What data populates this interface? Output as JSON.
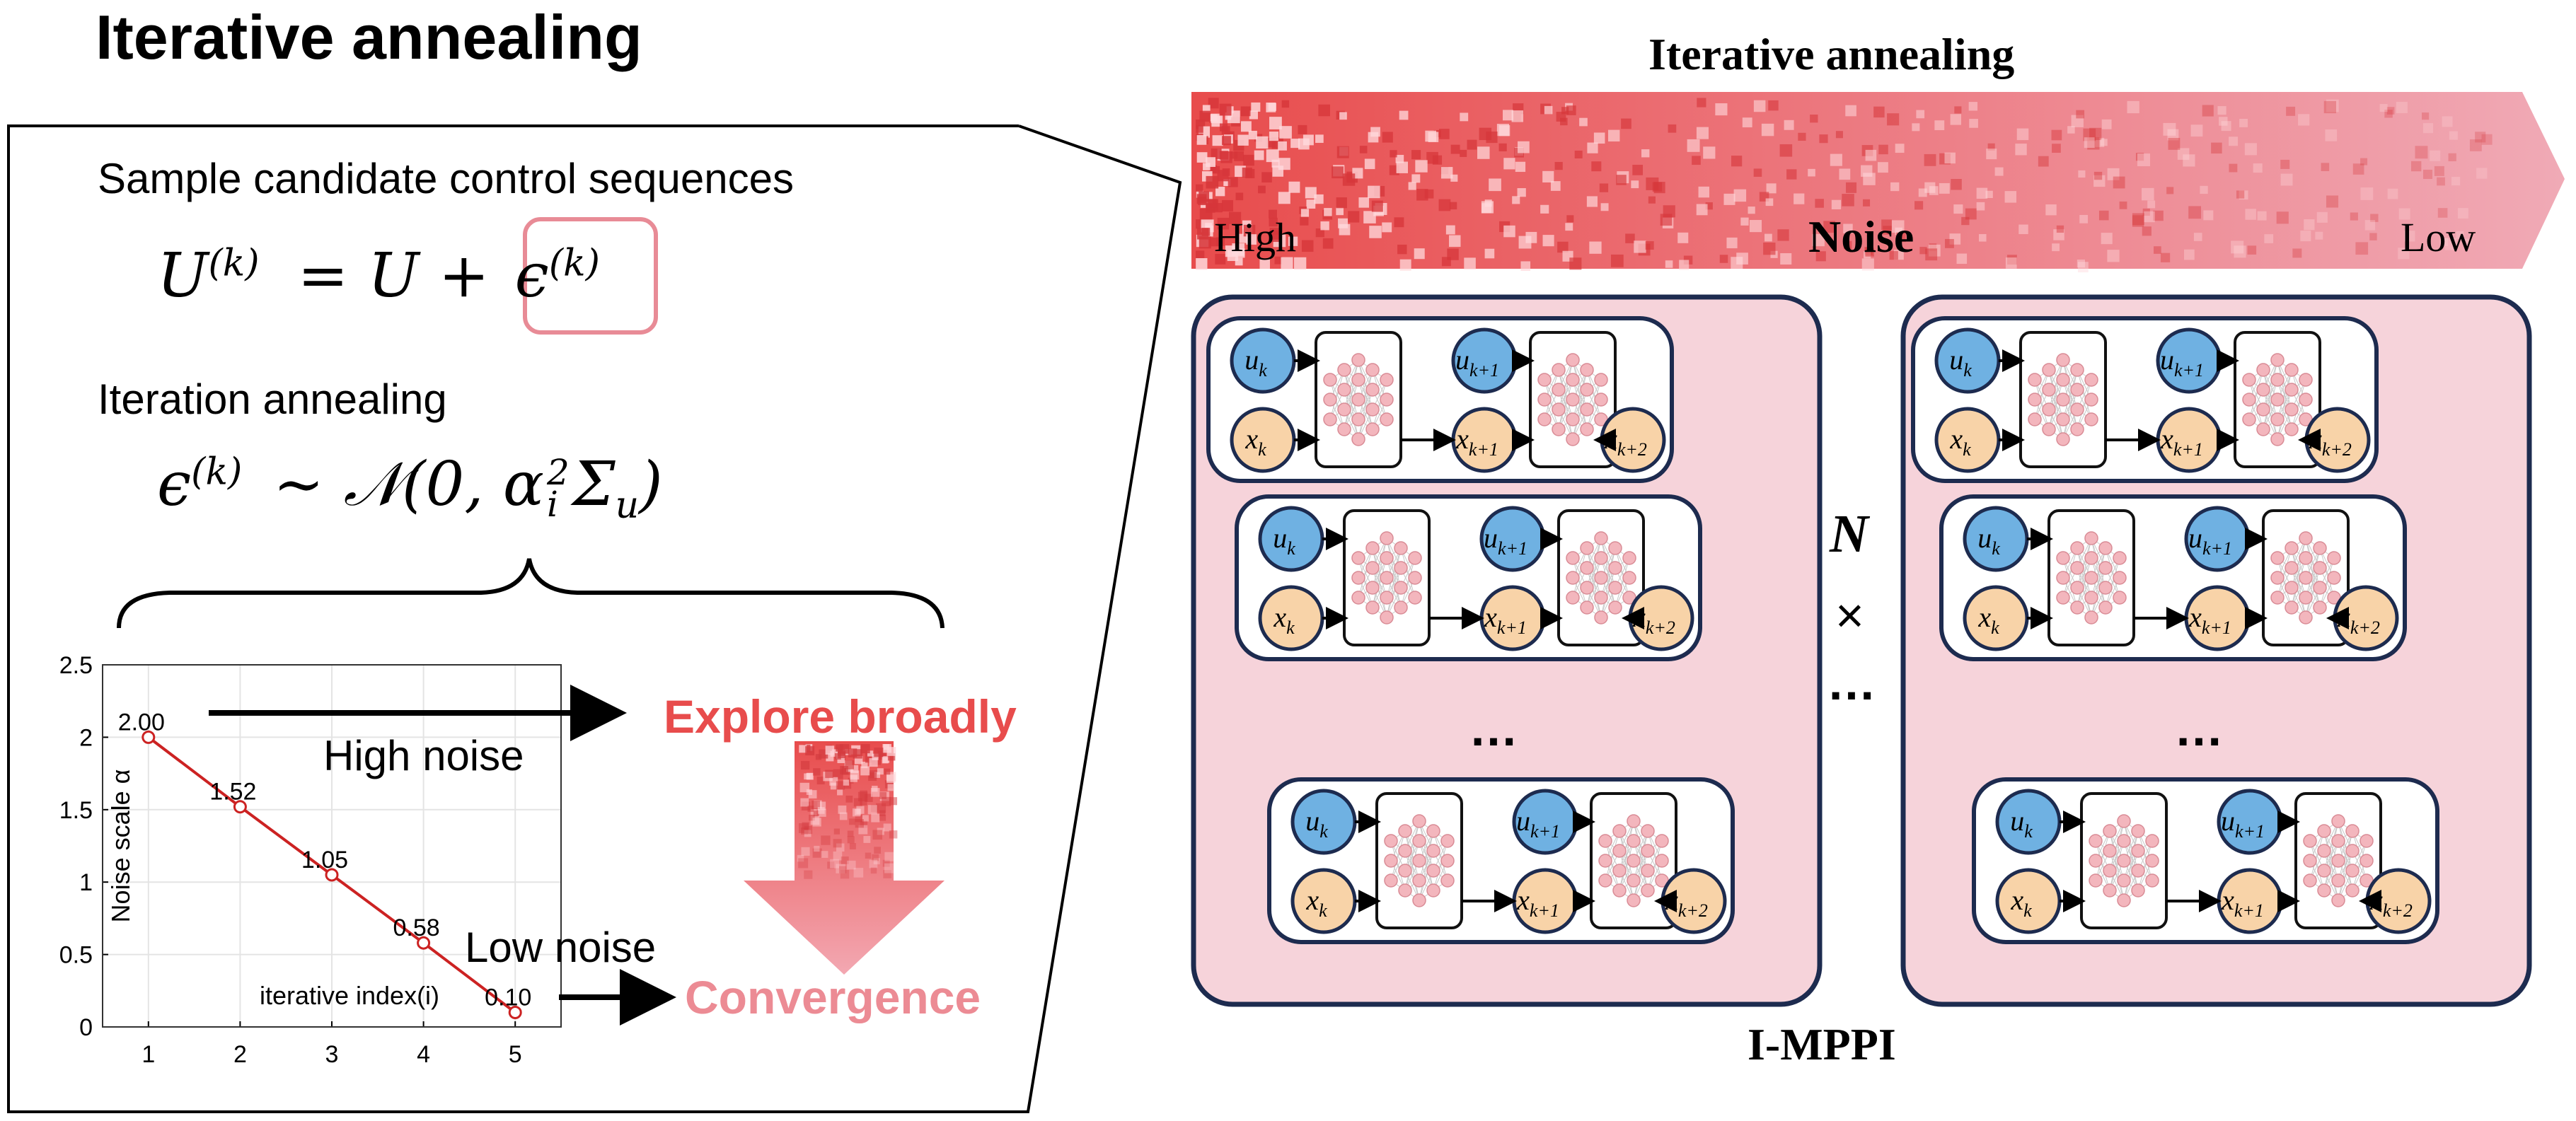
{
  "left_panel": {
    "title": "Iterative  annealing",
    "sample_label": "Sample candidate control sequences",
    "equation1": {
      "lhs": "U",
      "sup": "(k)",
      "mid": "=  U +",
      "eps": "ϵ",
      "eps_sup": "(k)"
    },
    "annealing_label": "Iteration annealing",
    "equation2": {
      "eps": "ϵ",
      "eps_sup": "(k)",
      "rhs_pre": "∼ 𝒩(0, α",
      "rhs_sub": "i",
      "rhs_sup": "2",
      "rhs_post": "Σ",
      "rhs_post_sub": "u",
      "close": ")"
    },
    "explore_label": "Explore broadly",
    "convergence_label": "Convergence",
    "high_noise": "High noise",
    "low_noise": "Low noise"
  },
  "chart_data": {
    "type": "line",
    "x": [
      1,
      2,
      3,
      4,
      5
    ],
    "values": [
      2.0,
      1.52,
      1.05,
      0.58,
      0.1
    ],
    "point_labels": [
      "2.00",
      "1.52",
      "1.05",
      "0.58",
      "0.10"
    ],
    "ylabel": "Noise scale α",
    "xlabel": "iterative index(i)",
    "xlim": [
      0.5,
      5.5
    ],
    "ylim": [
      0,
      2.5
    ],
    "xticks": [
      "1",
      "2",
      "3",
      "4",
      "5"
    ],
    "yticks": [
      "0",
      "0.5",
      "1",
      "1.5",
      "2",
      "2.5"
    ],
    "grid": true,
    "line_color": "#cc2222"
  },
  "right_panel": {
    "arrow_title": "Iterative annealing",
    "noise_label": "Noise",
    "high_label": "High",
    "low_label": "Low",
    "n_times_n": "N",
    "n_times_x": "×",
    "ellipsis": "…",
    "bottom_label": "I-MPPI",
    "node_u": "u",
    "node_x": "x",
    "sub_k": "k",
    "sub_k1": "k+1",
    "sub_k2": "k+2"
  },
  "colors": {
    "noise_red": "#e84c4c",
    "noise_light": "#f0a8b4",
    "panel_pink": "#f6d3da",
    "panel_border": "#1d2b4f",
    "node_blue": "#6fb1e2",
    "node_orange": "#f8d3a8",
    "explore_red": "#e84c4c",
    "convergence_pink": "#ec8b94"
  }
}
